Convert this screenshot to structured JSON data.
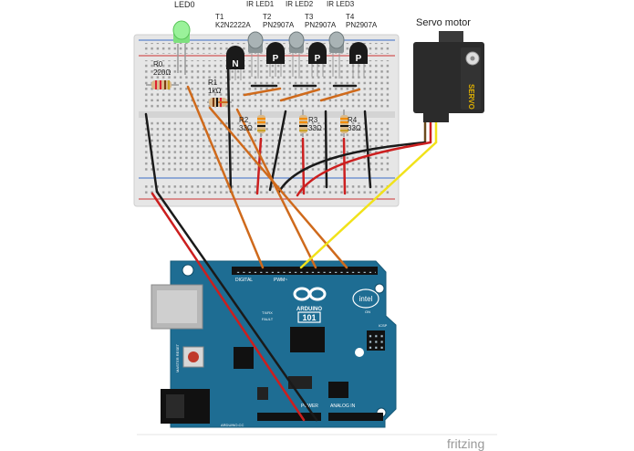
{
  "labels": {
    "led0": "LED0",
    "t1": "T1",
    "t1_part": "K2N2222A",
    "ir_led1": "IR LED1",
    "ir_led2": "IR LED2",
    "ir_led3": "IR LED3",
    "t2": "T2",
    "t2_part": "PN2907A",
    "t3": "T3",
    "t3_part": "PN2907A",
    "t4": "T4",
    "t4_part": "PN2907A",
    "servo": "Servo motor",
    "servo_body": "SERVO",
    "r0": "R0",
    "r0_val": "220Ω",
    "r1": "R1",
    "r1_val": "1kΩ",
    "r2": "R2",
    "r2_val": "33Ω",
    "r3": "R3",
    "r3_val": "33Ω",
    "r4": "R4",
    "r4_val": "33Ω",
    "npn_mark": "N",
    "pnp_mark": "P"
  },
  "board": {
    "brand": "ARDUINO",
    "model": "101",
    "digital": "DIGITAL",
    "pwm": "PWM~",
    "power": "POWER",
    "analog_in": "ANALOG IN",
    "intel": "intel",
    "on": "ON",
    "tx_rx": "TX/RX",
    "fault": "FAULT",
    "icsp": "ICSP",
    "url": "ARDUINO.CC",
    "reset": "MASTER RESET"
  },
  "footer": {
    "fritzing": "fritzing"
  },
  "colors": {
    "breadboard": "#e6e6e6",
    "arduino": "#1e6d93",
    "wire_black": "#1a1a1a",
    "wire_red": "#cc1f1f",
    "wire_orange": "#cf6a1c",
    "wire_yellow": "#f1e21a"
  }
}
